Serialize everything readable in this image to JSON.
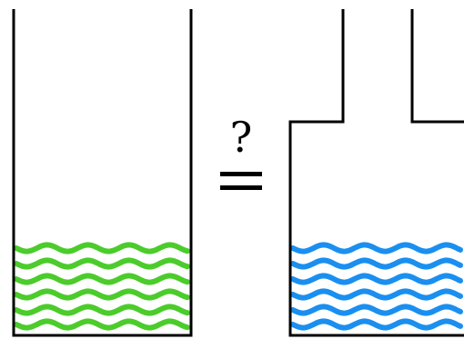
{
  "comparison": {
    "question_symbol": "?"
  },
  "colors": {
    "outline": "#000000",
    "left_liquid": "#4bcc2b",
    "right_liquid": "#1a8ff0",
    "background": "#ffffff"
  },
  "containers": [
    {
      "name": "left-container",
      "shape": "straight-walled open tank",
      "liquid_color": "#4bcc2b"
    },
    {
      "name": "right-container",
      "shape": "wide base with narrow neck",
      "liquid_color": "#1a8ff0"
    }
  ]
}
